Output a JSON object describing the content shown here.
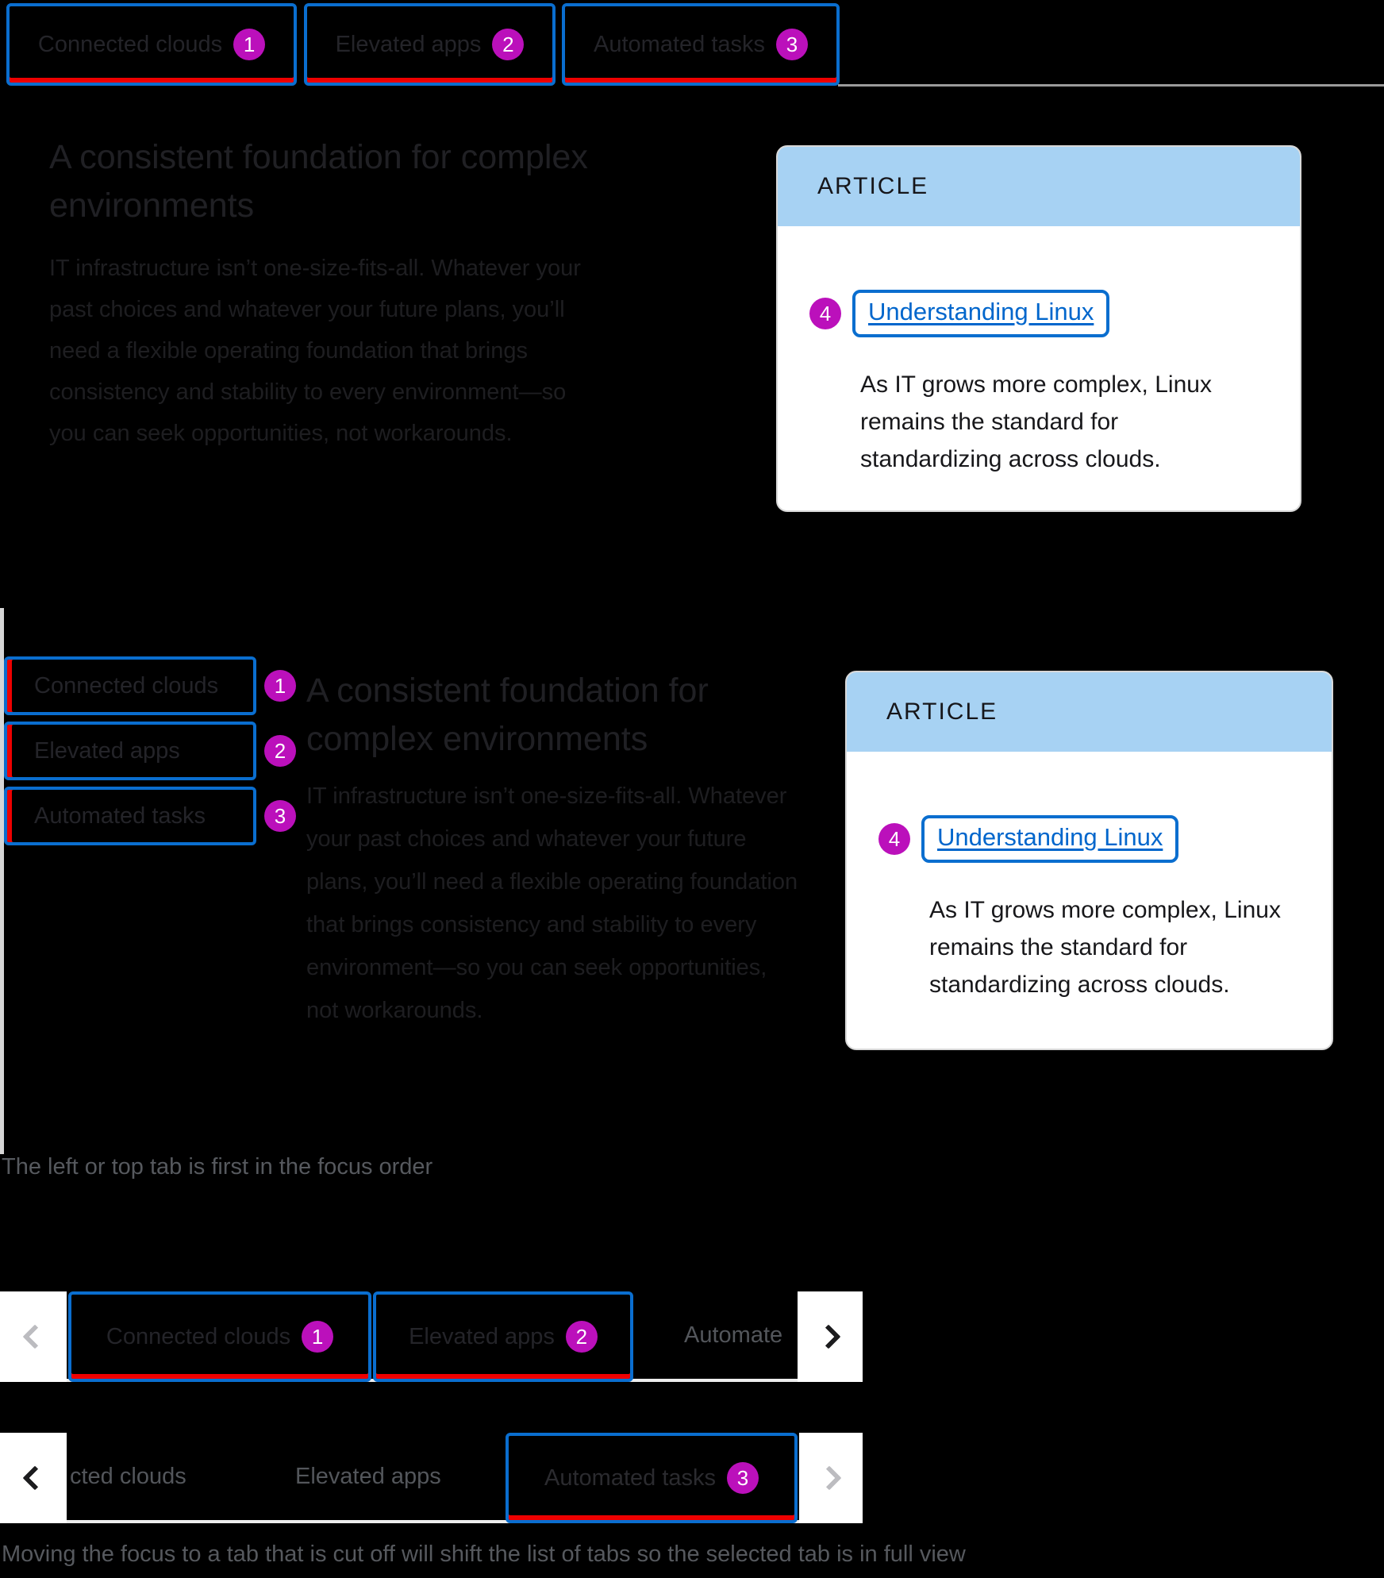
{
  "colors": {
    "background": "#000000",
    "focus_blue": "#0a6ecf",
    "selected_red": "#ee0000",
    "badge_purple": "#bb10bb",
    "link_blue": "#0066cc",
    "card_header_blue": "#a7d2f3",
    "muted_gray": "#56595e"
  },
  "example1": {
    "tabs": [
      {
        "label": "Connected clouds",
        "order": "1"
      },
      {
        "label": "Elevated apps",
        "order": "2"
      },
      {
        "label": "Automated tasks",
        "order": "3"
      }
    ],
    "heading": "A consistent foundation for complex environments",
    "paragraph": "IT infrastructure isn’t one-size-fits-all. Whatever your past choices and whatever your future plans, you’ll need a flexible operating foundation that brings consistency and stability to every environment—so you can seek opportunities, not workarounds.",
    "article": {
      "label": "ARTICLE",
      "link_order": "4",
      "link_label": "Understanding Linux",
      "body": "As IT grows more complex, Linux remains the standard for standardizing across clouds."
    }
  },
  "example2": {
    "tabs": [
      {
        "label": "Connected clouds",
        "order": "1"
      },
      {
        "label": "Elevated apps",
        "order": "2"
      },
      {
        "label": "Automated tasks",
        "order": "3"
      }
    ],
    "heading": "A consistent foundation for complex environments",
    "paragraph": "IT infrastructure isn’t one-size-fits-all. Whatever your past choices and whatever your future plans, you’ll need a flexible operating foundation that brings consistency and stability to every environment—so you can seek opportunities, not workarounds.",
    "article": {
      "label": "ARTICLE",
      "link_order": "4",
      "link_label": "Understanding Linux",
      "body": "As IT grows more complex, Linux remains the standard for standardizing across clouds."
    },
    "caption": "The left or top tab is first in the focus order"
  },
  "example3": {
    "tabs": [
      {
        "label": "Connected clouds",
        "order": "1"
      },
      {
        "label": "Elevated apps",
        "order": "2"
      }
    ],
    "cut_tab_label": "Automate"
  },
  "example4": {
    "cut_tab_label": "cted clouds",
    "middle_tab_label": "Elevated apps",
    "focused_tab": {
      "label": "Automated tasks",
      "order": "3"
    },
    "caption": "Moving the focus to a tab that is cut off will shift the list of tabs so the selected tab is in full view"
  }
}
